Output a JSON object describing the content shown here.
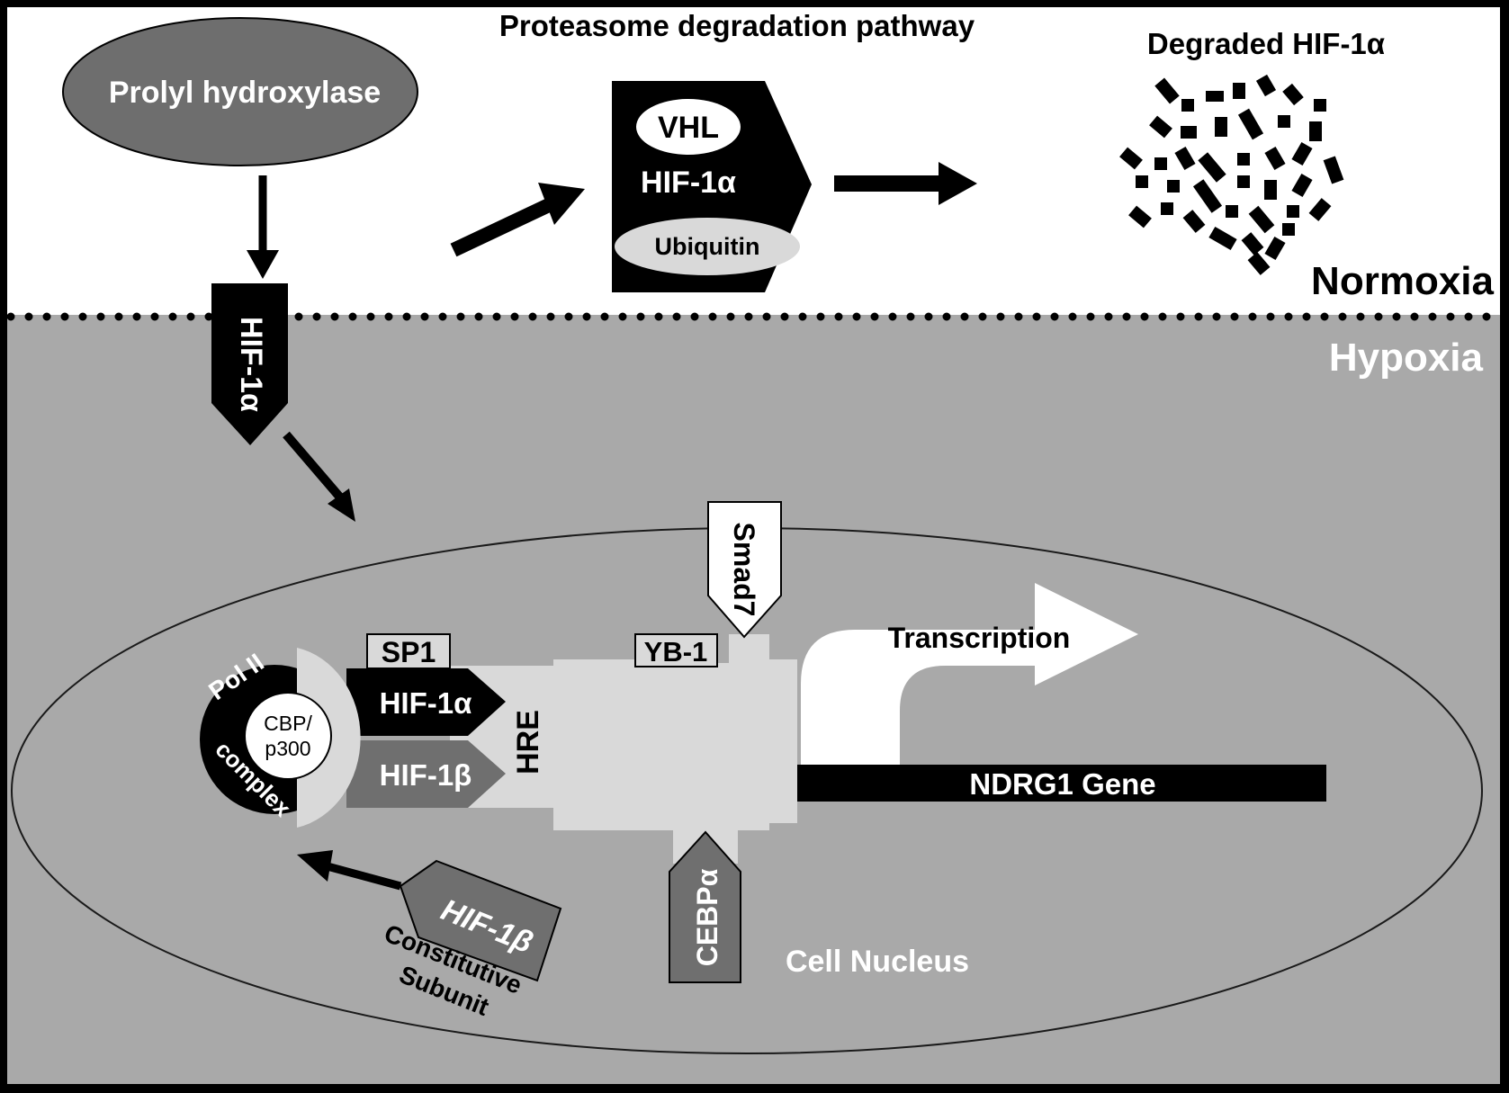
{
  "title": "Proteasome degradation pathway",
  "degraded_label": "Degraded HIF-1α",
  "normoxia_label": "Normoxia",
  "hypoxia_label": "Hypoxia",
  "prolyl_label": "Prolyl hydroxylase",
  "hif1a_label": "HIF-1α",
  "hif1b_label": "HIF-1β",
  "vhl_label": "VHL",
  "ubiquitin_label": "Ubiquitin",
  "smad7_label": "Smad7",
  "yb1_label": "YB-1",
  "sp1_label": "SP1",
  "hre_label": "HRE",
  "transcription_label": "Transcription",
  "gene_label": "NDRG1 Gene",
  "cebpa_label": "CEBPα",
  "nucleus_label": "Cell Nucleus",
  "pol2_label": "Pol II",
  "complex_label": "complex",
  "cbp_line1": "CBP/",
  "cbp_line2": "p300",
  "constitutive_line1": "Constitutive",
  "constitutive_line2": "Subunit",
  "colors": {
    "hypoxia_bg": "#a9a9a9",
    "normoxia_bg": "#ffffff",
    "dark": "#000000",
    "mid_gray": "#6f6f6f",
    "light_gray": "#d9d9d9",
    "prolyl_fill": "#6e6e6e"
  }
}
